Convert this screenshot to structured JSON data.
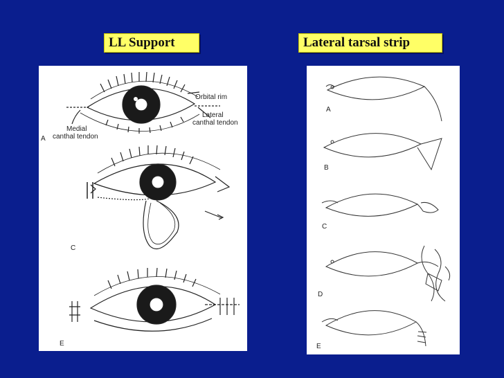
{
  "slide": {
    "left_title": "LL Support",
    "right_title": "Lateral tarsal strip"
  },
  "left_figure": {
    "labels": {
      "orbital_rim": "Orbital rim",
      "lateral": "Lateral",
      "canthal_tendon_lateral": "canthal tendon",
      "medial": "Medial",
      "canthal_tendon_medial": "canthal tendon"
    },
    "panel_letters": [
      "A",
      "C",
      "E"
    ]
  },
  "right_figure": {
    "panel_letters": [
      "A",
      "B",
      "C",
      "D",
      "E"
    ]
  },
  "colors": {
    "background": "#0a1e8e",
    "title_box": "#ffff66"
  }
}
